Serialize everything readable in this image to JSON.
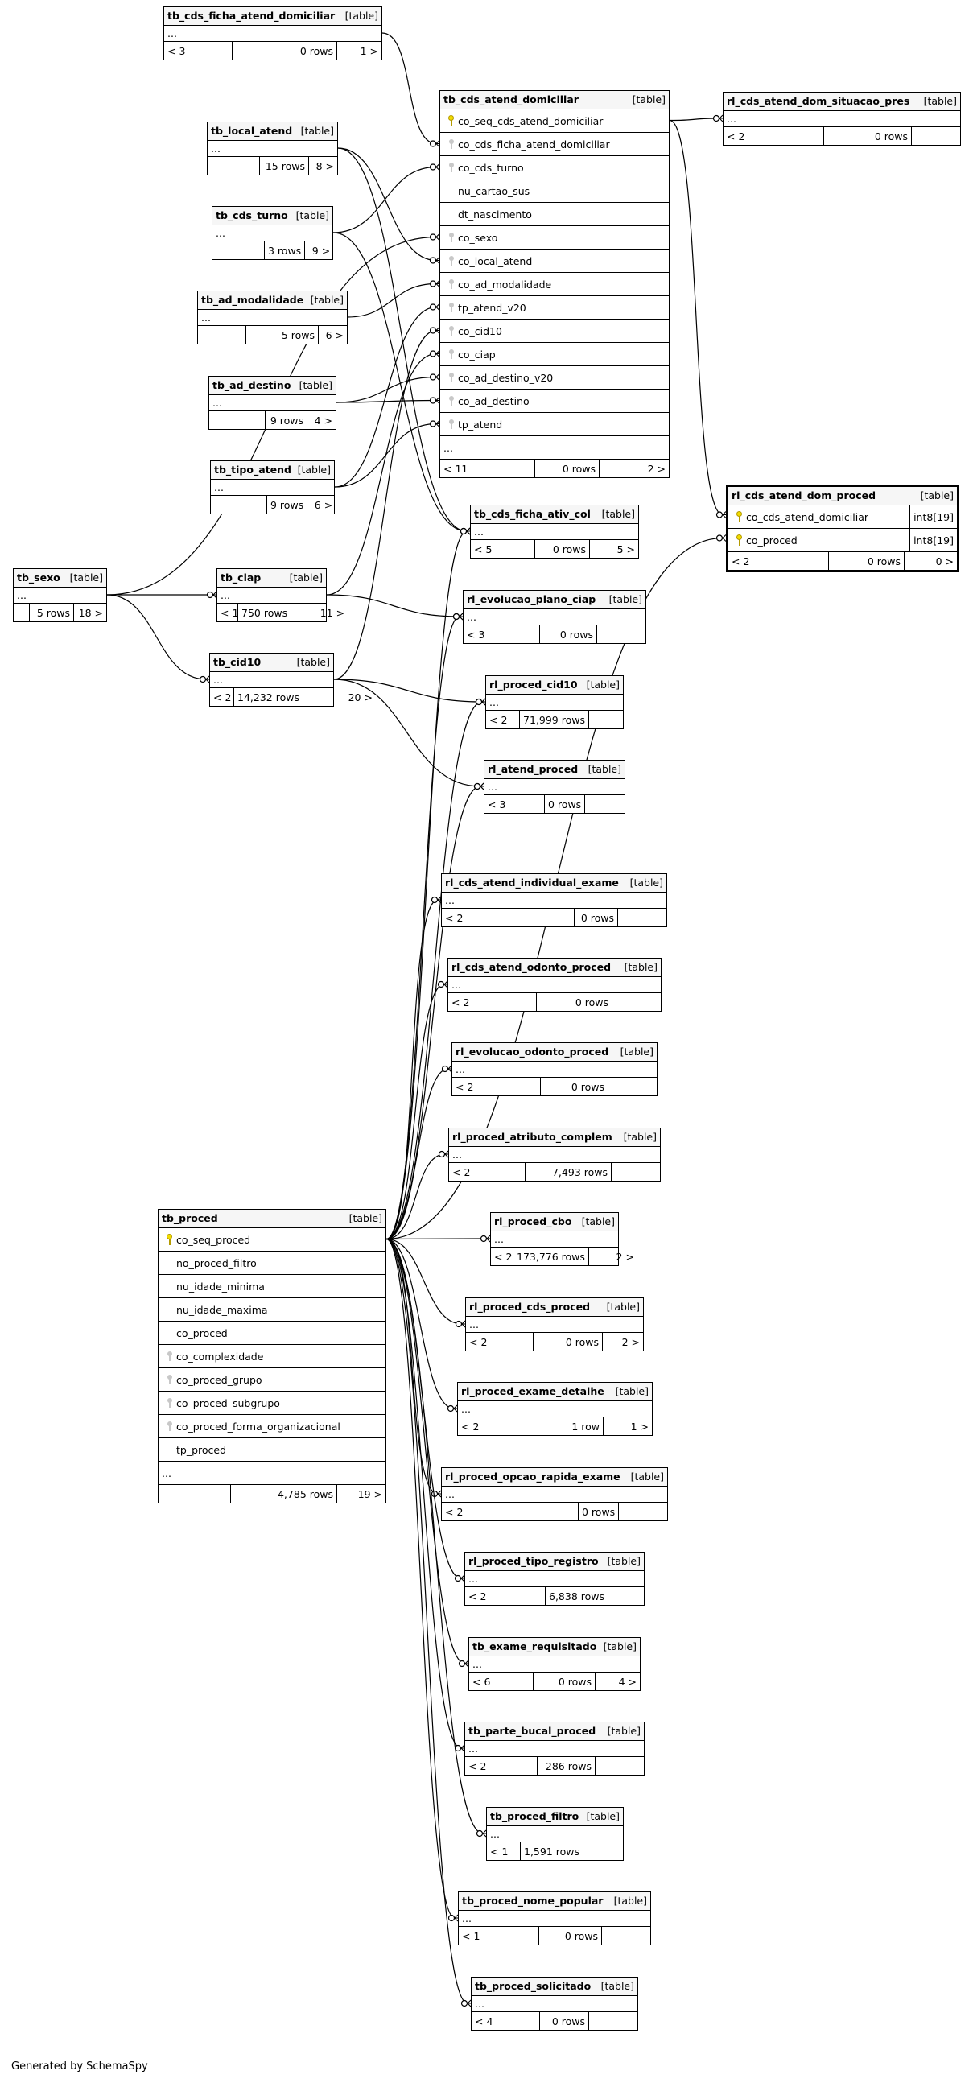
{
  "footer": "Generated by SchemaSpy",
  "tables": [
    {
      "id": "tb_cds_ficha_atend_domiciliar",
      "name": "tb_cds_ficha_atend_domiciliar",
      "type": "[table]",
      "columns": [
        {
          "name": "..."
        }
      ],
      "parents": "< 3",
      "rows": "0 rows",
      "children": "1 >"
    },
    {
      "id": "tb_cds_atend_domiciliar",
      "name": "tb_cds_atend_domiciliar",
      "type": "[table]",
      "columns": [
        {
          "name": "co_seq_cds_atend_domiciliar",
          "key": "pk"
        },
        {
          "name": "co_cds_ficha_atend_domiciliar",
          "key": "fk"
        },
        {
          "name": "co_cds_turno",
          "key": "fk"
        },
        {
          "name": "nu_cartao_sus",
          "key": ""
        },
        {
          "name": "dt_nascimento",
          "key": ""
        },
        {
          "name": "co_sexo",
          "key": "fk"
        },
        {
          "name": "co_local_atend",
          "key": "fk"
        },
        {
          "name": "co_ad_modalidade",
          "key": "fk"
        },
        {
          "name": "tp_atend_v20",
          "key": "fk"
        },
        {
          "name": "co_cid10",
          "key": "fk"
        },
        {
          "name": "co_ciap",
          "key": "fk"
        },
        {
          "name": "co_ad_destino_v20",
          "key": "fk"
        },
        {
          "name": "co_ad_destino",
          "key": "fk"
        },
        {
          "name": "tp_atend",
          "key": "fk"
        },
        {
          "name": "...",
          "key": ""
        }
      ],
      "parents": "< 11",
      "rows": "0 rows",
      "children": "2 >"
    },
    {
      "id": "rl_cds_atend_dom_situacao_pres",
      "name": "rl_cds_atend_dom_situacao_pres",
      "type": "[table]",
      "columns": [
        {
          "name": "..."
        }
      ],
      "parents": "< 2",
      "rows": "0 rows",
      "children": ""
    },
    {
      "id": "tb_local_atend",
      "name": "tb_local_atend",
      "type": "[table]",
      "columns": [
        {
          "name": "..."
        }
      ],
      "parents": "",
      "rows": "15 rows",
      "children": "8 >"
    },
    {
      "id": "tb_cds_turno",
      "name": "tb_cds_turno",
      "type": "[table]",
      "columns": [
        {
          "name": "..."
        }
      ],
      "parents": "",
      "rows": "3 rows",
      "children": "9 >"
    },
    {
      "id": "tb_ad_modalidade",
      "name": "tb_ad_modalidade",
      "type": "[table]",
      "columns": [
        {
          "name": "..."
        }
      ],
      "parents": "",
      "rows": "5 rows",
      "children": "6 >"
    },
    {
      "id": "tb_ad_destino",
      "name": "tb_ad_destino",
      "type": "[table]",
      "columns": [
        {
          "name": "..."
        }
      ],
      "parents": "",
      "rows": "9 rows",
      "children": "4 >"
    },
    {
      "id": "tb_tipo_atend",
      "name": "tb_tipo_atend",
      "type": "[table]",
      "columns": [
        {
          "name": "..."
        }
      ],
      "parents": "",
      "rows": "9 rows",
      "children": "6 >"
    },
    {
      "id": "rl_cds_atend_dom_proced",
      "name": "rl_cds_atend_dom_proced",
      "type": "[table]",
      "columns": [
        {
          "name": "co_cds_atend_domiciliar",
          "key": "pk",
          "type": "int8[19]"
        },
        {
          "name": "co_proced",
          "key": "pk",
          "type": "int8[19]"
        }
      ],
      "parents": "< 2",
      "rows": "0 rows",
      "children": "0 >"
    },
    {
      "id": "tb_cds_ficha_ativ_col",
      "name": "tb_cds_ficha_ativ_col",
      "type": "[table]",
      "columns": [
        {
          "name": "..."
        }
      ],
      "parents": "< 5",
      "rows": "0 rows",
      "children": "5 >"
    },
    {
      "id": "tb_sexo",
      "name": "tb_sexo",
      "type": "[table]",
      "columns": [
        {
          "name": "..."
        }
      ],
      "parents": "",
      "rows": "5 rows",
      "children": "18 >"
    },
    {
      "id": "tb_ciap",
      "name": "tb_ciap",
      "type": "[table]",
      "columns": [
        {
          "name": "..."
        }
      ],
      "parents": "< 1",
      "rows": "750 rows",
      "children": "11 >"
    },
    {
      "id": "rl_evolucao_plano_ciap",
      "name": "rl_evolucao_plano_ciap",
      "type": "[table]",
      "columns": [
        {
          "name": "..."
        }
      ],
      "parents": "< 3",
      "rows": "0 rows",
      "children": ""
    },
    {
      "id": "tb_cid10",
      "name": "tb_cid10",
      "type": "[table]",
      "columns": [
        {
          "name": "..."
        }
      ],
      "parents": "< 2",
      "rows": "14,232 rows",
      "children": "20 >"
    },
    {
      "id": "rl_proced_cid10",
      "name": "rl_proced_cid10",
      "type": "[table]",
      "columns": [
        {
          "name": "..."
        }
      ],
      "parents": "< 2",
      "rows": "71,999 rows",
      "children": ""
    },
    {
      "id": "rl_atend_proced",
      "name": "rl_atend_proced",
      "type": "[table]",
      "columns": [
        {
          "name": "..."
        }
      ],
      "parents": "< 3",
      "rows": "0 rows",
      "children": ""
    },
    {
      "id": "rl_cds_atend_individual_exame",
      "name": "rl_cds_atend_individual_exame",
      "type": "[table]",
      "columns": [
        {
          "name": "..."
        }
      ],
      "parents": "< 2",
      "rows": "0 rows",
      "children": ""
    },
    {
      "id": "rl_cds_atend_odonto_proced",
      "name": "rl_cds_atend_odonto_proced",
      "type": "[table]",
      "columns": [
        {
          "name": "..."
        }
      ],
      "parents": "< 2",
      "rows": "0 rows",
      "children": ""
    },
    {
      "id": "rl_evolucao_odonto_proced",
      "name": "rl_evolucao_odonto_proced",
      "type": "[table]",
      "columns": [
        {
          "name": "..."
        }
      ],
      "parents": "< 2",
      "rows": "0 rows",
      "children": ""
    },
    {
      "id": "rl_proced_atributo_complem",
      "name": "rl_proced_atributo_complem",
      "type": "[table]",
      "columns": [
        {
          "name": "..."
        }
      ],
      "parents": "< 2",
      "rows": "7,493 rows",
      "children": ""
    },
    {
      "id": "tb_proced",
      "name": "tb_proced",
      "type": "[table]",
      "columns": [
        {
          "name": "co_seq_proced",
          "key": "pk"
        },
        {
          "name": "no_proced_filtro",
          "key": ""
        },
        {
          "name": "nu_idade_minima",
          "key": ""
        },
        {
          "name": "nu_idade_maxima",
          "key": ""
        },
        {
          "name": "co_proced",
          "key": ""
        },
        {
          "name": "co_complexidade",
          "key": "fk"
        },
        {
          "name": "co_proced_grupo",
          "key": "fk"
        },
        {
          "name": "co_proced_subgrupo",
          "key": "fk"
        },
        {
          "name": "co_proced_forma_organizacional",
          "key": "fk"
        },
        {
          "name": "tp_proced",
          "key": ""
        },
        {
          "name": "...",
          "key": ""
        }
      ],
      "parents": "",
      "rows": "4,785 rows",
      "children": "19 >"
    },
    {
      "id": "rl_proced_cbo",
      "name": "rl_proced_cbo",
      "type": "[table]",
      "columns": [
        {
          "name": "..."
        }
      ],
      "parents": "< 2",
      "rows": "173,776 rows",
      "children": "2 >"
    },
    {
      "id": "rl_proced_cds_proced",
      "name": "rl_proced_cds_proced",
      "type": "[table]",
      "columns": [
        {
          "name": "..."
        }
      ],
      "parents": "< 2",
      "rows": "0 rows",
      "children": "2 >"
    },
    {
      "id": "rl_proced_exame_detalhe",
      "name": "rl_proced_exame_detalhe",
      "type": "[table]",
      "columns": [
        {
          "name": "..."
        }
      ],
      "parents": "< 2",
      "rows": "1 row",
      "children": "1 >"
    },
    {
      "id": "rl_proced_opcao_rapida_exame",
      "name": "rl_proced_opcao_rapida_exame",
      "type": "[table]",
      "columns": [
        {
          "name": "..."
        }
      ],
      "parents": "< 2",
      "rows": "0 rows",
      "children": ""
    },
    {
      "id": "rl_proced_tipo_registro",
      "name": "rl_proced_tipo_registro",
      "type": "[table]",
      "columns": [
        {
          "name": "..."
        }
      ],
      "parents": "< 2",
      "rows": "6,838 rows",
      "children": ""
    },
    {
      "id": "tb_exame_requisitado",
      "name": "tb_exame_requisitado",
      "type": "[table]",
      "columns": [
        {
          "name": "..."
        }
      ],
      "parents": "< 6",
      "rows": "0 rows",
      "children": "4 >"
    },
    {
      "id": "tb_parte_bucal_proced",
      "name": "tb_parte_bucal_proced",
      "type": "[table]",
      "columns": [
        {
          "name": "..."
        }
      ],
      "parents": "< 2",
      "rows": "286 rows",
      "children": ""
    },
    {
      "id": "tb_proced_filtro",
      "name": "tb_proced_filtro",
      "type": "[table]",
      "columns": [
        {
          "name": "..."
        }
      ],
      "parents": "< 1",
      "rows": "1,591 rows",
      "children": ""
    },
    {
      "id": "tb_proced_nome_popular",
      "name": "tb_proced_nome_popular",
      "type": "[table]",
      "columns": [
        {
          "name": "..."
        }
      ],
      "parents": "< 1",
      "rows": "0 rows",
      "children": ""
    },
    {
      "id": "tb_proced_solicitado",
      "name": "tb_proced_solicitado",
      "type": "[table]",
      "columns": [
        {
          "name": "..."
        }
      ],
      "parents": "< 4",
      "rows": "0 rows",
      "children": ""
    }
  ],
  "relationships": [
    {
      "from": "tb_cds_ficha_atend_domiciliar",
      "to": "tb_cds_atend_domiciliar",
      "to_col": "co_cds_ficha_atend_domiciliar"
    },
    {
      "from": "tb_cds_turno",
      "to": "tb_cds_atend_domiciliar",
      "to_col": "co_cds_turno"
    },
    {
      "from": "tb_sexo",
      "to": "tb_cds_atend_domiciliar",
      "to_col": "co_sexo"
    },
    {
      "from": "tb_local_atend",
      "to": "tb_cds_atend_domiciliar",
      "to_col": "co_local_atend"
    },
    {
      "from": "tb_ad_modalidade",
      "to": "tb_cds_atend_domiciliar",
      "to_col": "co_ad_modalidade"
    },
    {
      "from": "tb_tipo_atend",
      "to": "tb_cds_atend_domiciliar",
      "to_col": "tp_atend_v20"
    },
    {
      "from": "tb_cid10",
      "to": "tb_cds_atend_domiciliar",
      "to_col": "co_cid10"
    },
    {
      "from": "tb_ciap",
      "to": "tb_cds_atend_domiciliar",
      "to_col": "co_ciap"
    },
    {
      "from": "tb_ad_destino",
      "to": "tb_cds_atend_domiciliar",
      "to_col": "co_ad_destino_v20"
    },
    {
      "from": "tb_ad_destino",
      "to": "tb_cds_atend_domiciliar",
      "to_col": "co_ad_destino"
    },
    {
      "from": "tb_tipo_atend",
      "to": "tb_cds_atend_domiciliar",
      "to_col": "tp_atend"
    },
    {
      "from": "tb_cds_atend_domiciliar",
      "to": "rl_cds_atend_dom_situacao_pres"
    },
    {
      "from": "tb_cds_atend_domiciliar",
      "to": "rl_cds_atend_dom_proced",
      "to_col": "co_cds_atend_domiciliar"
    },
    {
      "from": "tb_proced",
      "to": "rl_cds_atend_dom_proced",
      "to_col": "co_proced"
    },
    {
      "from": "tb_cds_turno",
      "to": "tb_cds_ficha_ativ_col"
    },
    {
      "from": "tb_local_atend",
      "to": "tb_cds_ficha_ativ_col"
    },
    {
      "from": "tb_sexo",
      "to": "tb_ciap"
    },
    {
      "from": "tb_sexo",
      "to": "tb_cid10"
    },
    {
      "from": "tb_ciap",
      "to": "rl_evolucao_plano_ciap"
    },
    {
      "from": "tb_cid10",
      "to": "rl_proced_cid10"
    },
    {
      "from": "tb_cid10",
      "to": "rl_atend_proced"
    },
    {
      "from": "tb_proced",
      "to": "tb_cds_ficha_ativ_col"
    },
    {
      "from": "tb_proced",
      "to": "rl_evolucao_plano_ciap"
    },
    {
      "from": "tb_proced",
      "to": "rl_proced_cid10"
    },
    {
      "from": "tb_proced",
      "to": "rl_atend_proced"
    },
    {
      "from": "tb_proced",
      "to": "rl_cds_atend_individual_exame"
    },
    {
      "from": "tb_proced",
      "to": "rl_cds_atend_odonto_proced"
    },
    {
      "from": "tb_proced",
      "to": "rl_evolucao_odonto_proced"
    },
    {
      "from": "tb_proced",
      "to": "rl_proced_atributo_complem"
    },
    {
      "from": "tb_proced",
      "to": "rl_proced_cbo"
    },
    {
      "from": "tb_proced",
      "to": "rl_proced_cds_proced"
    },
    {
      "from": "tb_proced",
      "to": "rl_proced_exame_detalhe"
    },
    {
      "from": "tb_proced",
      "to": "rl_proced_opcao_rapida_exame"
    },
    {
      "from": "tb_proced",
      "to": "rl_proced_tipo_registro"
    },
    {
      "from": "tb_proced",
      "to": "tb_exame_requisitado"
    },
    {
      "from": "tb_proced",
      "to": "tb_parte_bucal_proced"
    },
    {
      "from": "tb_proced",
      "to": "tb_proced_filtro"
    },
    {
      "from": "tb_proced",
      "to": "tb_proced_nome_popular"
    },
    {
      "from": "tb_proced",
      "to": "tb_proced_solicitado"
    }
  ]
}
